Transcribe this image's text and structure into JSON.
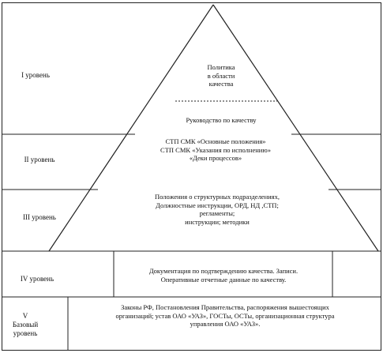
{
  "levels": {
    "l1": "I уровень",
    "l2": "II уровень",
    "l3": "III уровень",
    "l4": "IV уровень",
    "l5": "V\nБазовый\nуровень"
  },
  "blocks": {
    "policy": "Политика\nв области\nкачества",
    "manual": "Руководство по качеству",
    "stp": "СТП СМК «Основные положения»\nСТП СМК «Указания по исполнению»\n«Деки процессов»",
    "regulations": "Положения о структурных подразделениях,\nДолжностные инструкции, ОРД, НД ,СТП;\nрегламенты;\nинструкции; методики",
    "records": "Документация по подтверждению качества. Записи.\nОперативные отчетные данные по качеству.",
    "base": "Законы РФ, Постановления Правительства, распоряжения вышестоящих\nорганизаций; устав ОАО «УАЗ», ГОСТы, ОСТы, организационная структура\nуправления ОАО «УАЗ»."
  }
}
